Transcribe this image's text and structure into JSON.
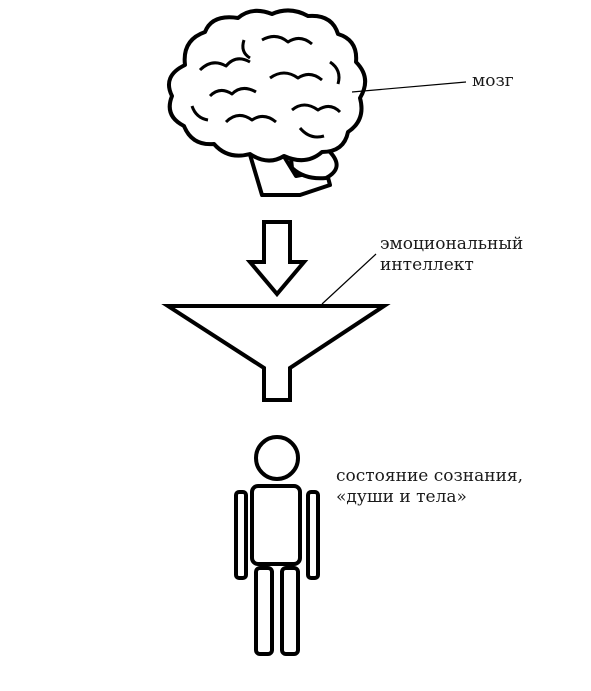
{
  "labels": {
    "brain": "мозг",
    "ei_line1": "эмоциональный",
    "ei_line2": "интеллект",
    "state_line1": "состояние сознания,",
    "state_line2": "«души и тела»"
  },
  "icons": {
    "brain": "brain-icon",
    "arrow": "arrow-down-icon",
    "funnel": "funnel-icon",
    "person": "person-icon"
  },
  "colors": {
    "stroke": "#000000",
    "background": "#ffffff"
  }
}
